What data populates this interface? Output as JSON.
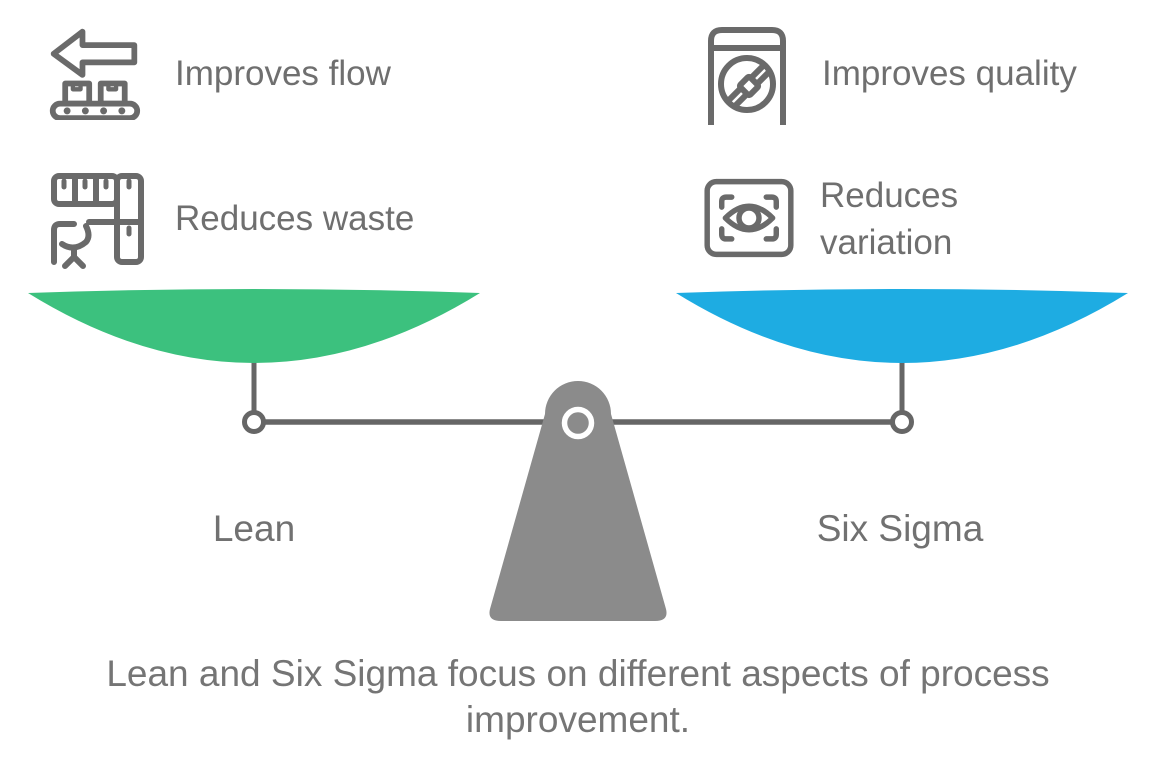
{
  "left_column": {
    "pan_label": "Lean",
    "items": [
      {
        "icon": "conveyor-belt-icon",
        "label": "Improves flow"
      },
      {
        "icon": "floor-plan-icon",
        "label": "Reduces waste"
      }
    ]
  },
  "right_column": {
    "pan_label": "Six Sigma",
    "items": [
      {
        "icon": "washing-machine-icon",
        "label": "Improves quality"
      },
      {
        "icon": "eye-scan-icon",
        "label": "Reduces variation"
      }
    ]
  },
  "caption": "Lean and Six Sigma focus on different aspects of process improvement.",
  "colors": {
    "lean_pan": "#3CC17E",
    "six_sigma_pan": "#1EACE2",
    "beam_gray": "#666666",
    "fulcrum_gray": "#8b8b8b",
    "icon_gray": "#6a6a6a",
    "label_gray": "#6f6f6f",
    "caption_gray": "#757575"
  }
}
